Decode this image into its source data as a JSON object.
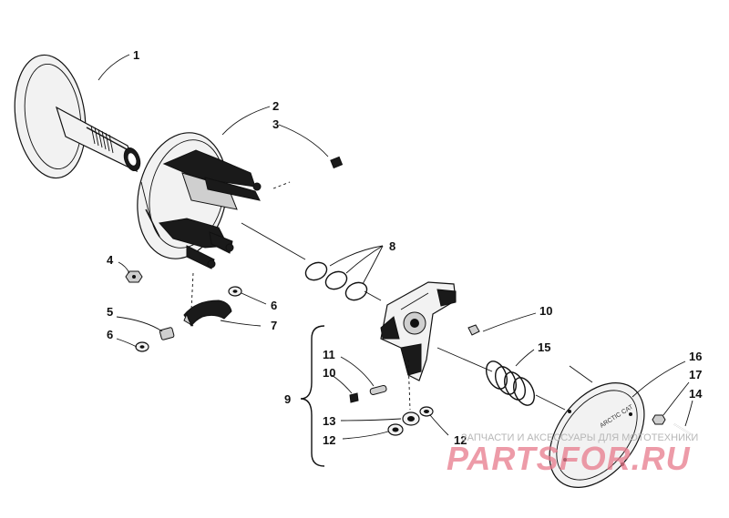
{
  "labels": {
    "l1": "1",
    "l2": "2",
    "l3": "3",
    "l4": "4",
    "l5": "5",
    "l6a": "6",
    "l6b": "6",
    "l7": "7",
    "l8": "8",
    "l9": "9",
    "l10a": "10",
    "l10b": "10",
    "l11": "11",
    "l12a": "12",
    "l12b": "12",
    "l13": "13",
    "l14": "14",
    "l15": "15",
    "l16": "16",
    "l17": "17"
  },
  "cover_marking": "ARCTIC CAT",
  "watermark": {
    "tagline": "ЗАПЧАСТИ И АКСЕССУАРЫ ДЛЯ МОТОТЕХНИКИ",
    "brand": "PARTSFOR.RU"
  }
}
